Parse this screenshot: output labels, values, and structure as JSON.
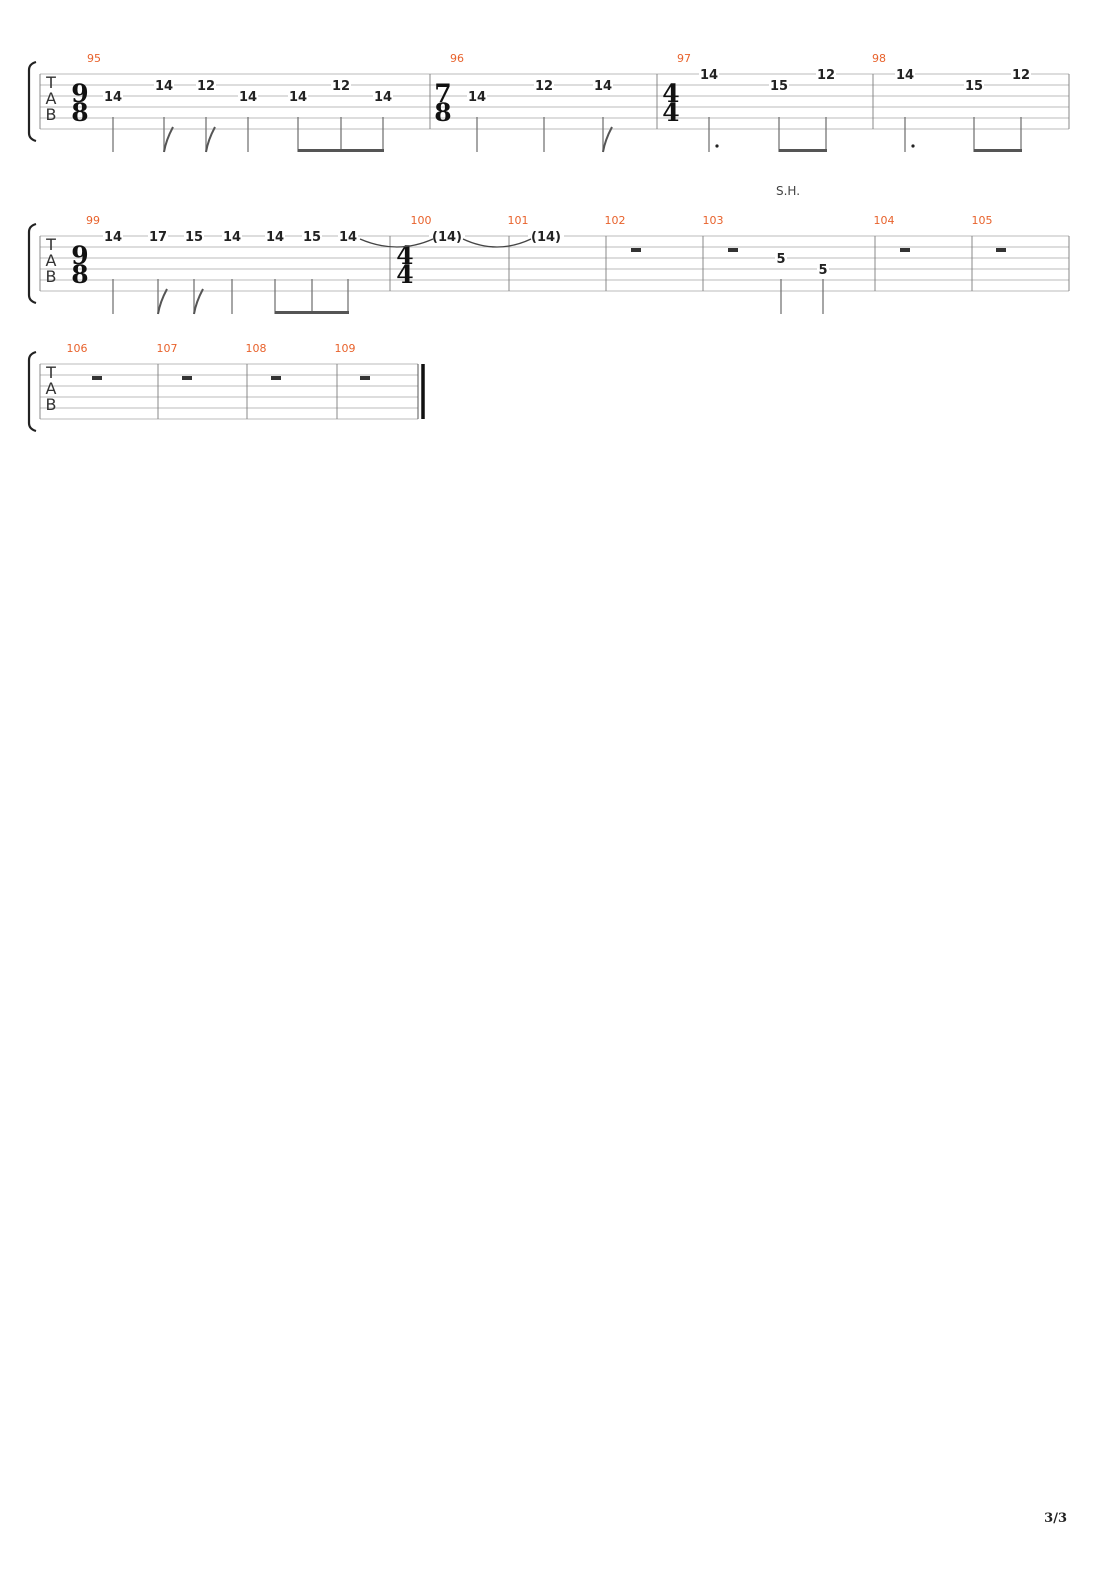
{
  "page": {
    "number": "3/3",
    "clef_letters": [
      "T",
      "A",
      "B"
    ]
  },
  "colors": {
    "measure_number": "#e8622c",
    "staff_line": "#bbbbbb",
    "bar_line": "#888888",
    "fret_text": "#222222",
    "stem": "#777777"
  },
  "systems": [
    {
      "id": "system-1",
      "measures": [
        {
          "number": "95",
          "time_sig": [
            "9",
            "8"
          ],
          "notes": [
            {
              "fret": "14",
              "string": 2,
              "stem": "plain"
            },
            {
              "fret": "14",
              "string": 1,
              "stem": "flag"
            },
            {
              "fret": "12",
              "string": 1,
              "stem": "flag"
            },
            {
              "fret": "14",
              "string": 2,
              "stem": "plain"
            },
            {
              "fret": "14",
              "string": 2,
              "stem": "beam"
            },
            {
              "fret": "12",
              "string": 1,
              "stem": "beam"
            },
            {
              "fret": "14",
              "string": 2,
              "stem": "beam"
            }
          ]
        },
        {
          "number": "96",
          "time_sig": [
            "7",
            "8"
          ],
          "notes": [
            {
              "fret": "14",
              "string": 2,
              "stem": "plain"
            },
            {
              "fret": "12",
              "string": 1,
              "stem": "plain"
            },
            {
              "fret": "14",
              "string": 1,
              "stem": "flag"
            }
          ]
        },
        {
          "number": "97",
          "time_sig": [
            "4",
            "4"
          ],
          "notes": [
            {
              "fret": "14",
              "string": 0,
              "stem": "dotted"
            },
            {
              "fret": "15",
              "string": 1,
              "stem": "beam"
            },
            {
              "fret": "12",
              "string": 0,
              "stem": "beam"
            }
          ]
        },
        {
          "number": "98",
          "notes": [
            {
              "fret": "14",
              "string": 0,
              "stem": "dotted"
            },
            {
              "fret": "15",
              "string": 1,
              "stem": "beam"
            },
            {
              "fret": "12",
              "string": 0,
              "stem": "beam"
            }
          ]
        }
      ]
    },
    {
      "id": "system-2",
      "annotation": "S.H.",
      "measures": [
        {
          "number": "99",
          "time_sig": [
            "9",
            "8"
          ],
          "notes": [
            {
              "fret": "14",
              "string": 0,
              "stem": "plain"
            },
            {
              "fret": "17",
              "string": 0,
              "stem": "flag"
            },
            {
              "fret": "15",
              "string": 0,
              "stem": "flag"
            },
            {
              "fret": "14",
              "string": 0,
              "stem": "plain"
            },
            {
              "fret": "14",
              "string": 0,
              "stem": "beam"
            },
            {
              "fret": "15",
              "string": 0,
              "stem": "beam"
            },
            {
              "fret": "14",
              "string": 0,
              "stem": "beam"
            }
          ]
        },
        {
          "number": "100",
          "time_sig": [
            "4",
            "4"
          ],
          "notes": [
            {
              "fret": "(14)",
              "string": 0,
              "stem": "none"
            }
          ]
        },
        {
          "number": "101",
          "notes": [
            {
              "fret": "(14)",
              "string": 0,
              "stem": "none"
            }
          ]
        },
        {
          "number": "102",
          "rest": true
        },
        {
          "number": "103",
          "rest": true,
          "notes": [
            {
              "fret": "5",
              "string": 2,
              "stem": "plain"
            },
            {
              "fret": "5",
              "string": 3,
              "stem": "plain"
            }
          ]
        },
        {
          "number": "104",
          "rest": true
        },
        {
          "number": "105",
          "rest": true
        }
      ]
    },
    {
      "id": "system-3",
      "measures": [
        {
          "number": "106",
          "rest": true
        },
        {
          "number": "107",
          "rest": true
        },
        {
          "number": "108",
          "rest": true
        },
        {
          "number": "109",
          "rest": true
        }
      ]
    }
  ]
}
